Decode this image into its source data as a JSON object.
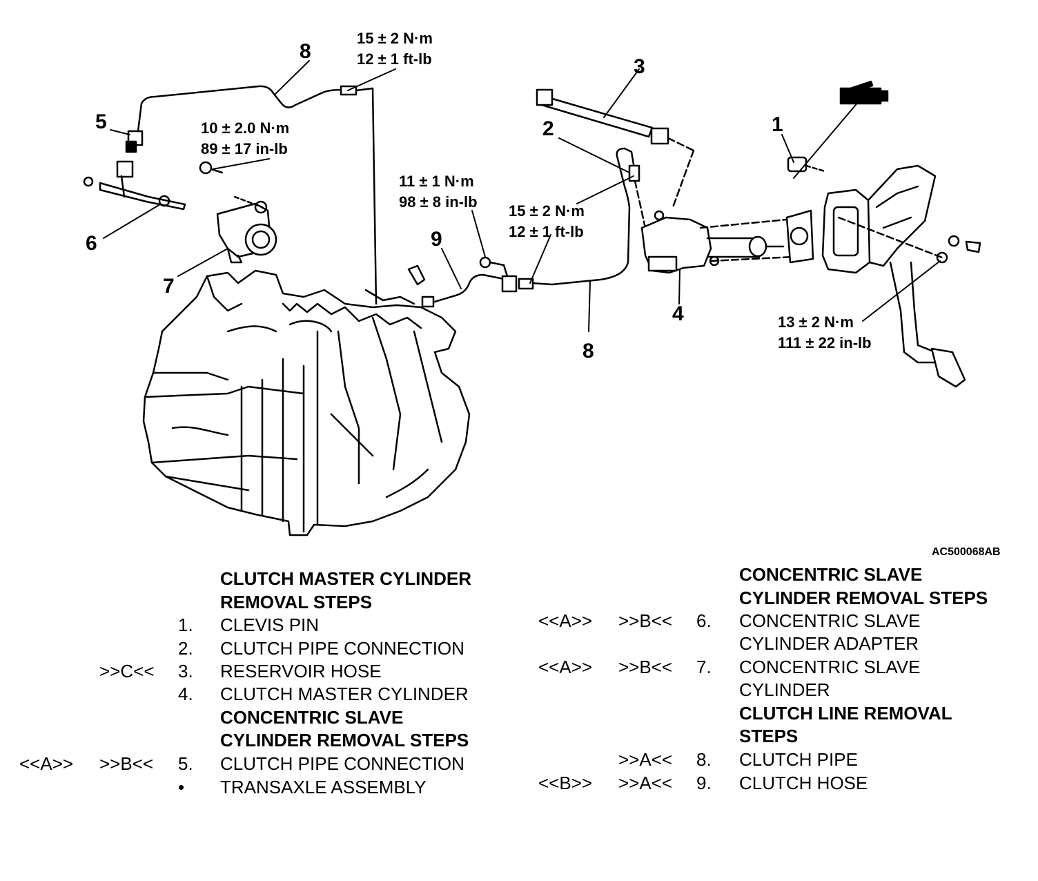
{
  "figure_code": "AC500068AB",
  "callouts": {
    "c1": "1",
    "c2": "2",
    "c3": "3",
    "c4": "4",
    "c5": "5",
    "c6": "6",
    "c7": "7",
    "c8a": "8",
    "c8b": "8",
    "c9": "9"
  },
  "torques": {
    "t_pipe_top": {
      "nm": "15 ± 2 N·m",
      "imperial": "12 ± 1 ft-lb"
    },
    "t_slave": {
      "nm": "10 ± 2.0 N·m",
      "imperial": "89 ± 17 in-lb"
    },
    "t_hose": {
      "nm": "11 ± 1 N·m",
      "imperial": "98 ± 8 in-lb"
    },
    "t_pipe_mid": {
      "nm": "15 ± 2 N·m",
      "imperial": "12 ± 1 ft-lb"
    },
    "t_pedal": {
      "nm": "13 ± 2 N·m",
      "imperial": "111 ± 22 in-lb"
    }
  },
  "left_column": {
    "heading1_line1": "CLUTCH MASTER CYLINDER",
    "heading1_line2": "REMOVAL STEPS",
    "steps1": [
      {
        "num": "1.",
        "label": "CLEVIS PIN",
        "m1": "",
        "m2": ""
      },
      {
        "num": "2.",
        "label": "CLUTCH PIPE CONNECTION",
        "m1": "",
        "m2": ""
      },
      {
        "num": "3.",
        "label": "RESERVOIR HOSE",
        "m1": "",
        "m2": ">>C<<"
      },
      {
        "num": "4.",
        "label": "CLUTCH MASTER CYLINDER",
        "m1": "",
        "m2": ""
      }
    ],
    "heading2_line1": "CONCENTRIC SLAVE",
    "heading2_line2": "CYLINDER  REMOVAL STEPS",
    "steps2": [
      {
        "num": "5.",
        "label": "CLUTCH PIPE CONNECTION",
        "m1": "<<A>>",
        "m2": ">>B<<"
      },
      {
        "num": "•",
        "label": "TRANSAXLE ASSEMBLY",
        "m1": "",
        "m2": ""
      }
    ]
  },
  "right_column": {
    "heading1_line1": "CONCENTRIC SLAVE",
    "heading1_line2": "CYLINDER  REMOVAL STEPS",
    "step6": {
      "num": "6.",
      "line1": "CONCENTRIC SLAVE",
      "line2": "CYLINDER ADAPTER",
      "m1": "<<A>>",
      "m2": ">>B<<"
    },
    "step7": {
      "num": "7.",
      "line1": "CONCENTRIC SLAVE",
      "line2": "CYLINDER",
      "m1": "<<A>>",
      "m2": ">>B<<"
    },
    "heading2_line1": "CLUTCH LINE REMOVAL",
    "heading2_line2": "STEPS",
    "step8": {
      "num": "8.",
      "label": "CLUTCH PIPE",
      "m1": "",
      "m2": ">>A<<"
    },
    "step9": {
      "num": "9.",
      "label": "CLUTCH HOSE",
      "m1": "<<B>>",
      "m2": ">>A<<"
    }
  }
}
